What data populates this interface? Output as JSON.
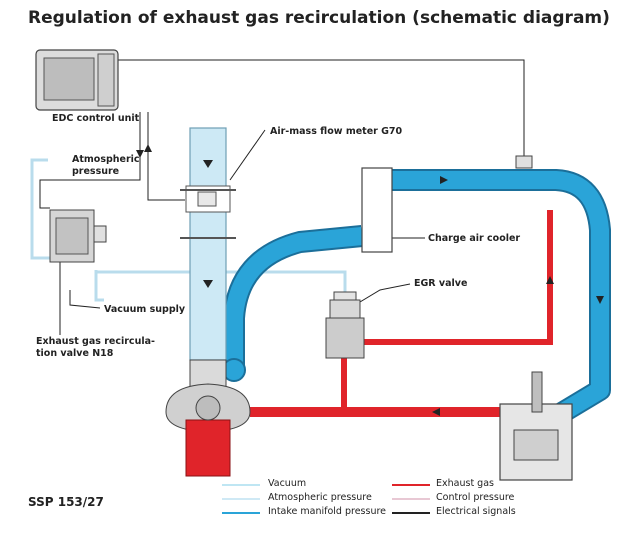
{
  "title": "Regulation of exhaust gas recirculation (schematic diagram)",
  "labels": {
    "edc": "EDC control unit",
    "atmospheric_1": "Atmospheric",
    "atmospheric_2": "pressure",
    "air_mass": "Air-mass flow meter G70",
    "charge_air": "Charge air cooler",
    "egr_valve": "EGR valve",
    "vacuum_supply": "Vacuum supply",
    "n18_1": "Exhaust gas recircula-",
    "n18_2": "tion valve N18"
  },
  "ssp": "SSP 153/27",
  "legend": [
    {
      "label": "Vacuum",
      "color": "#bfe6f3"
    },
    {
      "label": "Atmospheric pressure",
      "color": "#cfe9f5"
    },
    {
      "label": "Intake manifold pressure",
      "color": "#2aa4d8"
    },
    {
      "label": "Exhaust gas",
      "color": "#e0242a"
    },
    {
      "label": "Control pressure",
      "color": "#e8c8d4"
    },
    {
      "label": "Electrical signals",
      "color": "#222222"
    }
  ],
  "colors": {
    "intake": "#2aa4d8",
    "intake_dark": "#1b6f9a",
    "exhaust": "#e0242a",
    "light_pipe": "#c6e6f3",
    "housing": "#d8d8d8"
  },
  "icons": [
    "down-arrow-icon",
    "right-arrow-icon",
    "up-arrow-icon",
    "left-arrow-icon"
  ]
}
